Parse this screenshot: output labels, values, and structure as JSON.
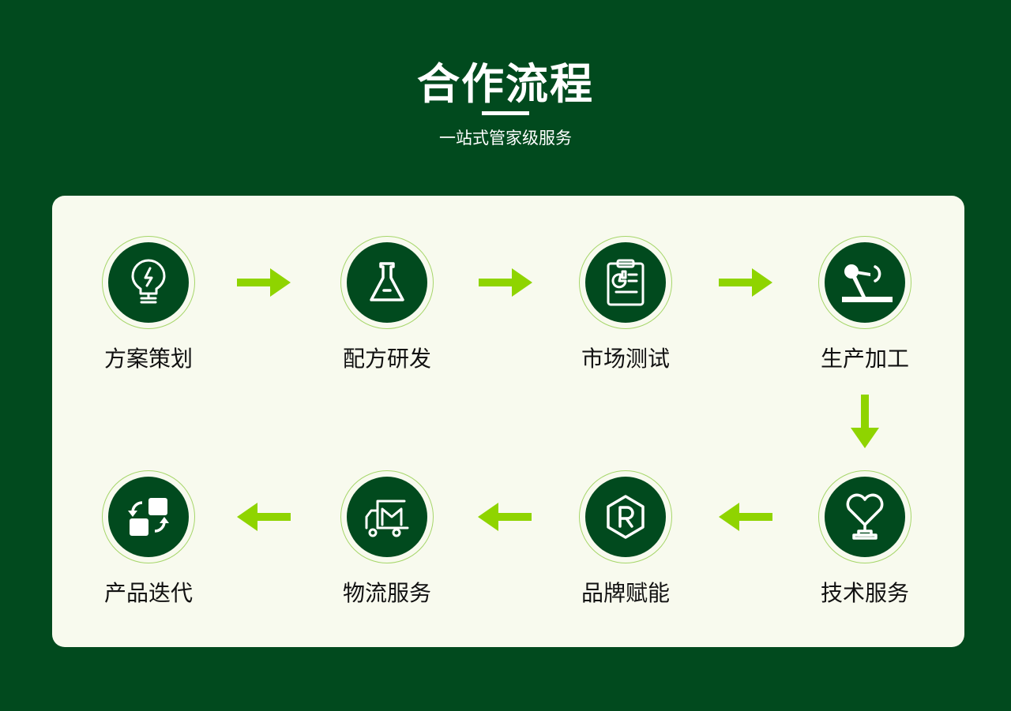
{
  "header": {
    "title": "合作流程",
    "subtitle": "一站式管家级服务"
  },
  "colors": {
    "background": "#014a1e",
    "card": "#f8faee",
    "arrow": "#8fd400"
  },
  "steps": [
    {
      "label": "方案策划",
      "icon": "lightbulb-icon"
    },
    {
      "label": "配方研发",
      "icon": "flask-icon"
    },
    {
      "label": "市场测试",
      "icon": "clipboard-chart-icon"
    },
    {
      "label": "生产加工",
      "icon": "robot-arm-icon"
    },
    {
      "label": "技术服务",
      "icon": "heart-stand-icon"
    },
    {
      "label": "品牌赋能",
      "icon": "registered-icon"
    },
    {
      "label": "物流服务",
      "icon": "truck-icon"
    },
    {
      "label": "产品迭代",
      "icon": "iterate-icon"
    }
  ]
}
